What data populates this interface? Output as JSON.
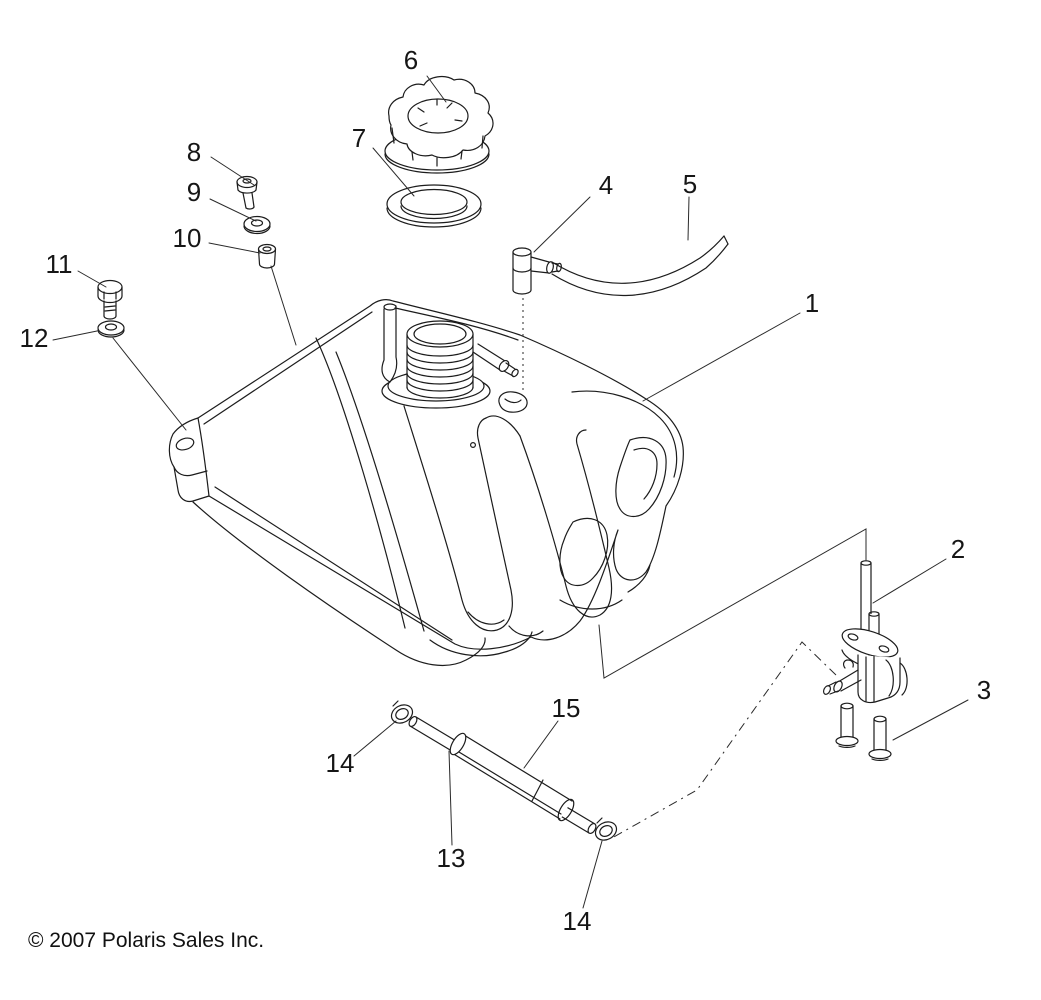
{
  "page": {
    "background_color": "#ffffff",
    "ink_color": "#1c1c1c"
  },
  "copyright": "© 2007 Polaris Sales Inc.",
  "callouts": [
    {
      "ref": "1"
    },
    {
      "ref": "2"
    },
    {
      "ref": "3"
    },
    {
      "ref": "4"
    },
    {
      "ref": "5"
    },
    {
      "ref": "6"
    },
    {
      "ref": "7"
    },
    {
      "ref": "8"
    },
    {
      "ref": "9"
    },
    {
      "ref": "10"
    },
    {
      "ref": "11"
    },
    {
      "ref": "12"
    },
    {
      "ref": "13"
    },
    {
      "ref": "14"
    },
    {
      "ref": "14"
    },
    {
      "ref": "15"
    }
  ]
}
